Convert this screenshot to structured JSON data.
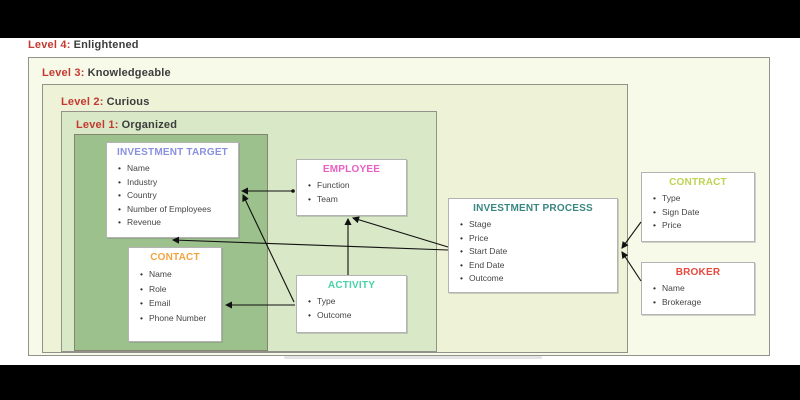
{
  "diagram": {
    "levels": [
      {
        "label": "Level 4:",
        "name": "Enlightened"
      },
      {
        "label": "Level 3:",
        "name": "Knowledgeable"
      },
      {
        "label": "Level 2:",
        "name": "Curious"
      },
      {
        "label": "Level 1:",
        "name": "Organized"
      }
    ],
    "entities": {
      "investment_target": {
        "title": "INVESTMENT TARGET",
        "title_color": "#8a90e0",
        "fields": [
          "Name",
          "Industry",
          "Country",
          "Number of Employees",
          "Revenue"
        ]
      },
      "employee": {
        "title": "EMPLOYEE",
        "title_color": "#ea5fc2",
        "fields": [
          "Function",
          "Team"
        ]
      },
      "contact": {
        "title": "CONTACT",
        "title_color": "#f0a541",
        "fields": [
          "Name",
          "Role",
          "Email",
          "Phone Number"
        ]
      },
      "activity": {
        "title": "ACTIVITY",
        "title_color": "#47d3a8",
        "fields": [
          "Type",
          "Outcome"
        ]
      },
      "investment_process": {
        "title": "INVESTMENT PROCESS",
        "title_color": "#3a8682",
        "fields": [
          "Stage",
          "Price",
          "Start Date",
          "End Date",
          "Outcome"
        ]
      },
      "contract": {
        "title": "CONTRACT",
        "title_color": "#bed452",
        "fields": [
          "Type",
          "Sign Date",
          "Price"
        ]
      },
      "broker": {
        "title": "BROKER",
        "title_color": "#e8483e",
        "fields": [
          "Name",
          "Brokerage"
        ]
      }
    },
    "connectors": [
      {
        "from": "employee",
        "to": "investment_target"
      },
      {
        "from": "activity",
        "to": "investment_target"
      },
      {
        "from": "activity",
        "to": "contact"
      },
      {
        "from": "activity",
        "to": "employee"
      },
      {
        "from": "investment_process",
        "to": "employee"
      },
      {
        "from": "investment_process",
        "to": "investment_target"
      },
      {
        "from": "contract",
        "to": "investment_process"
      },
      {
        "from": "broker",
        "to": "investment_process"
      }
    ],
    "colors": {
      "level4_bg": "#f7f9e9",
      "level3_bg": "#eef2d7",
      "level2_bg": "#d9e8c6",
      "level1_bg": "#9cc18c",
      "level_label_accent": "#c43a30",
      "level_label_text": "#3c3c3c",
      "entity_bg": "#ffffff",
      "entity_border": "#b3b3b3",
      "field_text": "#454545",
      "connector": "#111111",
      "letterbox": "#000000"
    }
  }
}
